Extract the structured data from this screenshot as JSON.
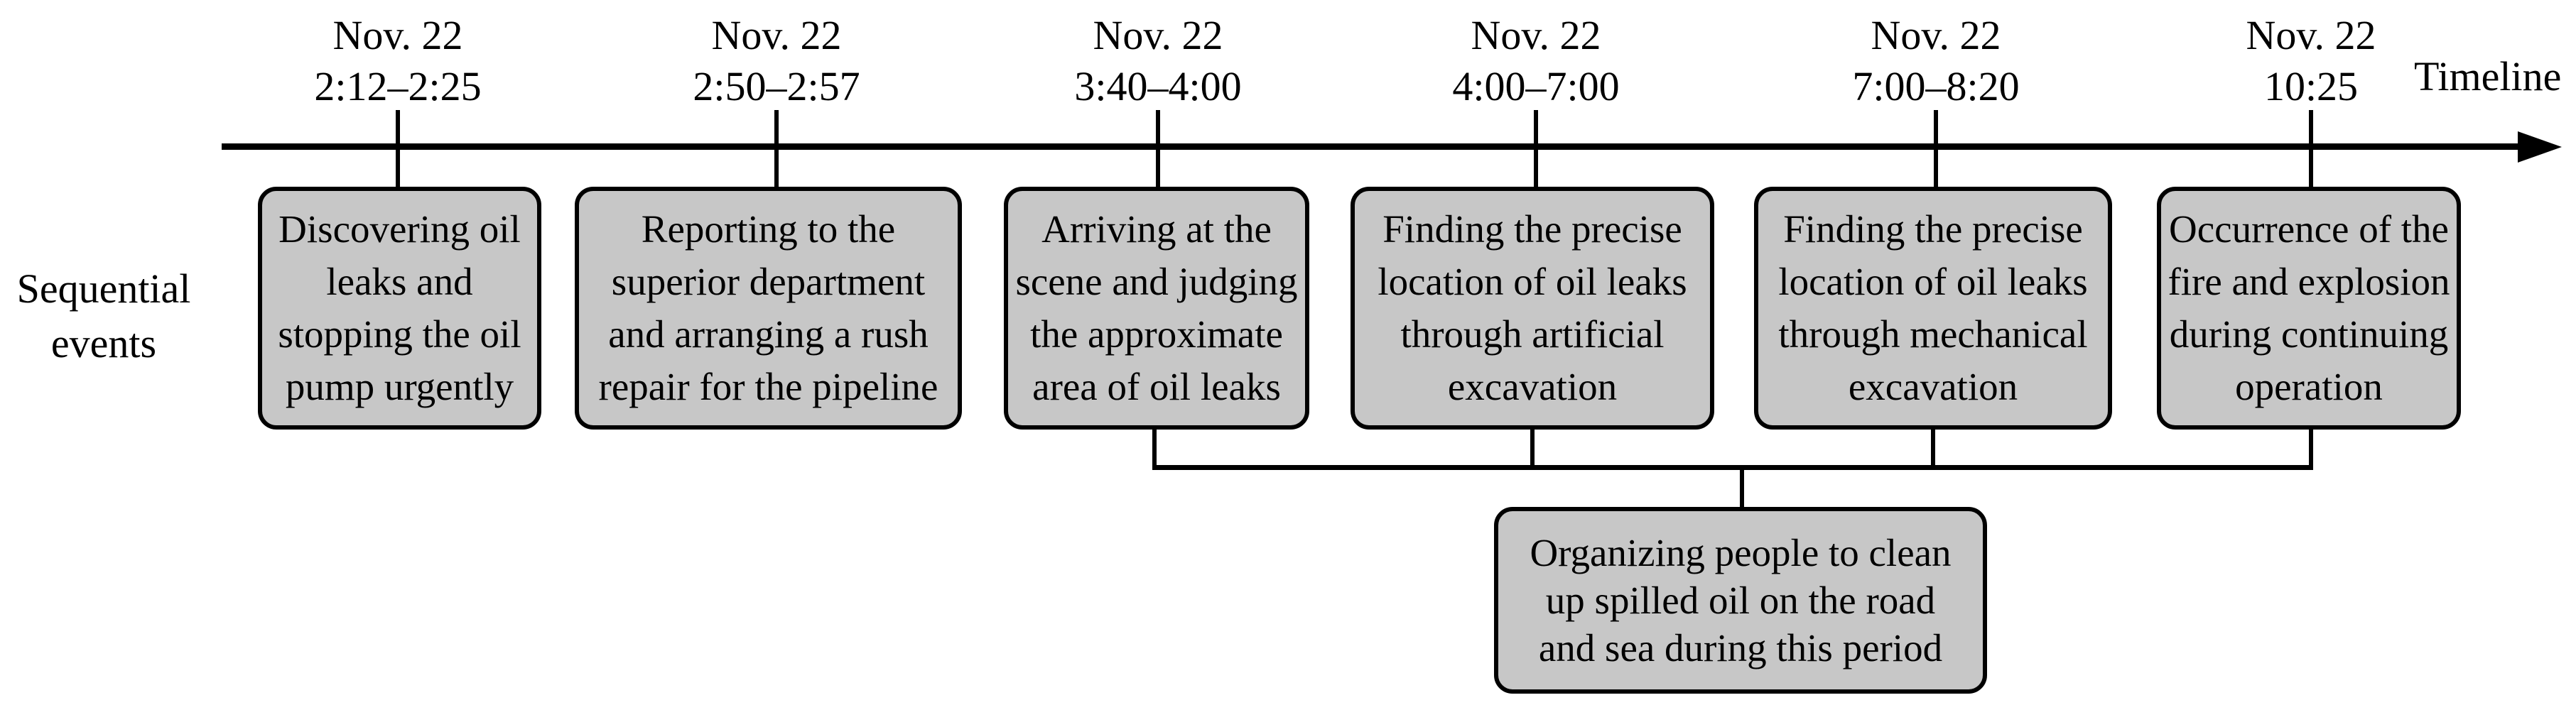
{
  "figure": {
    "timeline_label": "Timeline",
    "axis_label": "Sequential\nevents",
    "events": [
      {
        "time": "Nov. 22\n2:12–2:25",
        "description": "Discovering oil\nleaks and\nstopping the oil\npump urgently"
      },
      {
        "time": "Nov. 22\n2:50–2:57",
        "description": "Reporting to the\nsuperior department\nand arranging a rush\nrepair for the pipeline"
      },
      {
        "time": "Nov. 22\n3:40–4:00",
        "description": "Arriving at the\nscene and judging\nthe approximate\narea of oil leaks"
      },
      {
        "time": "Nov. 22\n4:00–7:00",
        "description": "Finding the precise\nlocation of oil leaks\nthrough artificial\nexcavation"
      },
      {
        "time": "Nov. 22\n7:00–8:20",
        "description": "Finding the precise\nlocation of oil leaks\nthrough mechanical\nexcavation"
      },
      {
        "time": "Nov. 22\n10:25",
        "description": "Occurrence of the\nfire and explosion\nduring continuing\noperation"
      }
    ],
    "parallel_event": {
      "description": "Organizing people to clean\nup spilled oil on the road\nand sea during this period"
    },
    "colors": {
      "box_fill": "#c7c7c7",
      "line": "#000000",
      "text": "#000000",
      "background": "#ffffff"
    }
  }
}
